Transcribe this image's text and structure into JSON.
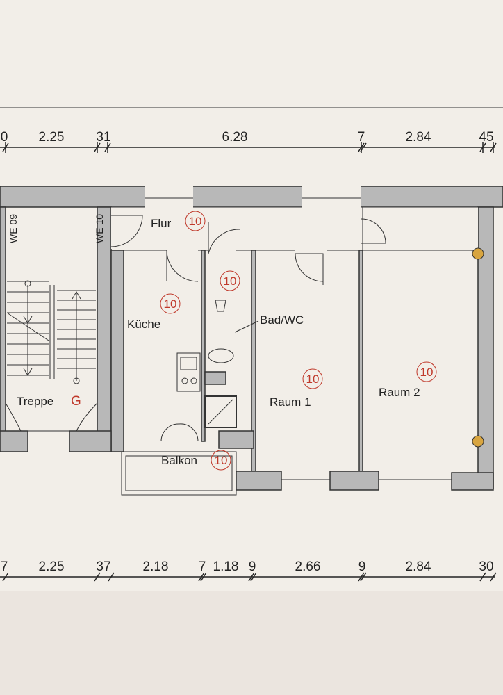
{
  "dimensions": {
    "top": [
      "0",
      "2.25",
      "31",
      "6.28",
      "7",
      "2.84",
      "45"
    ],
    "bottom": [
      "7",
      "2.25",
      "37",
      "2.18",
      "7",
      "1.18",
      "9",
      "2.66",
      "9",
      "2.84",
      "30"
    ]
  },
  "rooms": {
    "flur": {
      "label": "Flur",
      "number": "10"
    },
    "kueche": {
      "label": "Küche",
      "number": "10"
    },
    "bad": {
      "label": "Bad/WC",
      "number": "10"
    },
    "raum1": {
      "label": "Raum 1",
      "number": "10"
    },
    "raum2": {
      "label": "Raum 2",
      "number": "10"
    },
    "treppe": {
      "label": "Treppe",
      "marker": "G"
    },
    "balkon": {
      "label": "Balkon",
      "number": "10"
    }
  },
  "units": {
    "left": "WE 09",
    "right": "WE 10"
  },
  "colors": {
    "accent": "#c0392b",
    "wall": "#b8b8b8",
    "paper": "#f2eee8"
  }
}
